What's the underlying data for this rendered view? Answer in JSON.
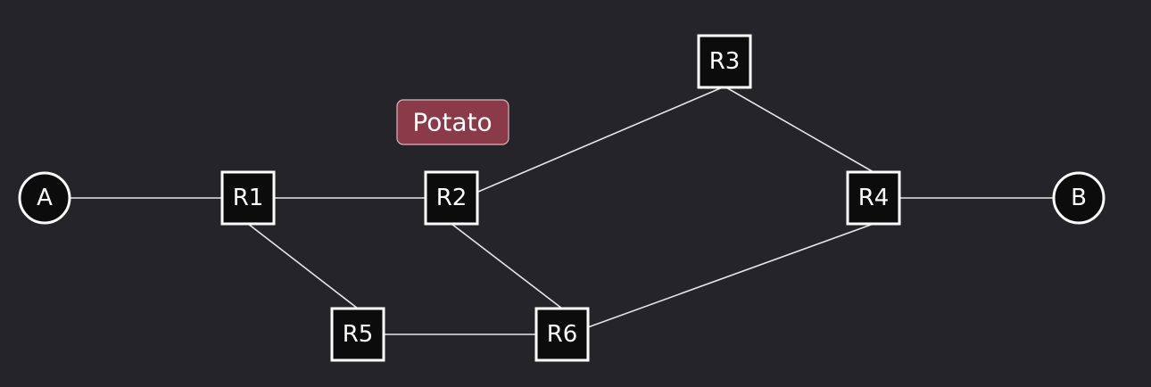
{
  "diagram": {
    "background": "#252429",
    "nodes": [
      {
        "id": "A",
        "label": "A",
        "shape": "circle"
      },
      {
        "id": "R1",
        "label": "R1",
        "shape": "square"
      },
      {
        "id": "R2",
        "label": "R2",
        "shape": "square"
      },
      {
        "id": "R3",
        "label": "R3",
        "shape": "square"
      },
      {
        "id": "R4",
        "label": "R4",
        "shape": "square"
      },
      {
        "id": "B",
        "label": "B",
        "shape": "circle"
      },
      {
        "id": "R5",
        "label": "R5",
        "shape": "square"
      },
      {
        "id": "R6",
        "label": "R6",
        "shape": "square"
      }
    ],
    "edges": [
      {
        "from": "A",
        "to": "R1"
      },
      {
        "from": "R1",
        "to": "R2"
      },
      {
        "from": "R2",
        "to": "R3"
      },
      {
        "from": "R3",
        "to": "R4"
      },
      {
        "from": "R4",
        "to": "B"
      },
      {
        "from": "R1",
        "to": "R5"
      },
      {
        "from": "R5",
        "to": "R6"
      },
      {
        "from": "R2",
        "to": "R6"
      },
      {
        "from": "R6",
        "to": "R4"
      }
    ],
    "tag": {
      "label": "Potato",
      "color": "#8a3a48"
    }
  }
}
